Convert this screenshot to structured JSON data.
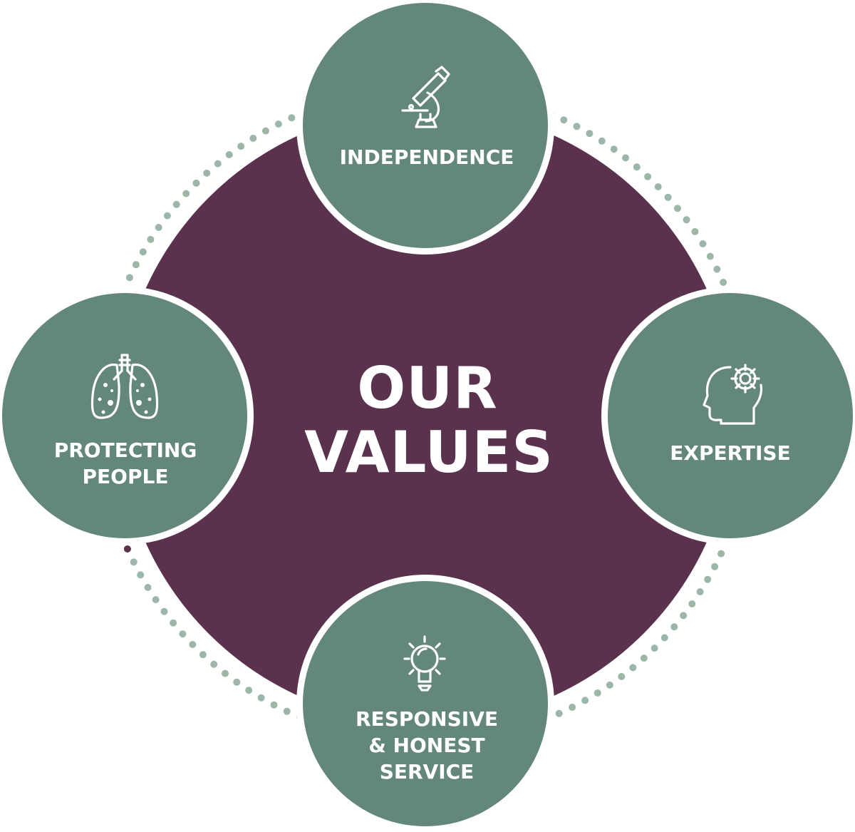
{
  "center": {
    "line1": "OUR",
    "line2": "VALUES"
  },
  "values": [
    {
      "id": "independence",
      "label_lines": [
        "INDEPENDENCE"
      ],
      "icon": "microscope-icon"
    },
    {
      "id": "expertise",
      "label_lines": [
        "EXPERTISE"
      ],
      "icon": "head-gear-icon"
    },
    {
      "id": "responsive",
      "label_lines": [
        "RESPONSIVE",
        "& HONEST",
        "SERVICE"
      ],
      "icon": "lightbulb-icon"
    },
    {
      "id": "protecting",
      "label_lines": [
        "PROTECTING",
        "PEOPLE"
      ],
      "icon": "lungs-icon"
    }
  ],
  "colors": {
    "center_fill": "#5a324e",
    "node_fill": "#63877a",
    "node_ring": "#ffffff",
    "text": "#ffffff",
    "dot_green": "#9cb7a7",
    "dot_purple": "#5a324e"
  }
}
